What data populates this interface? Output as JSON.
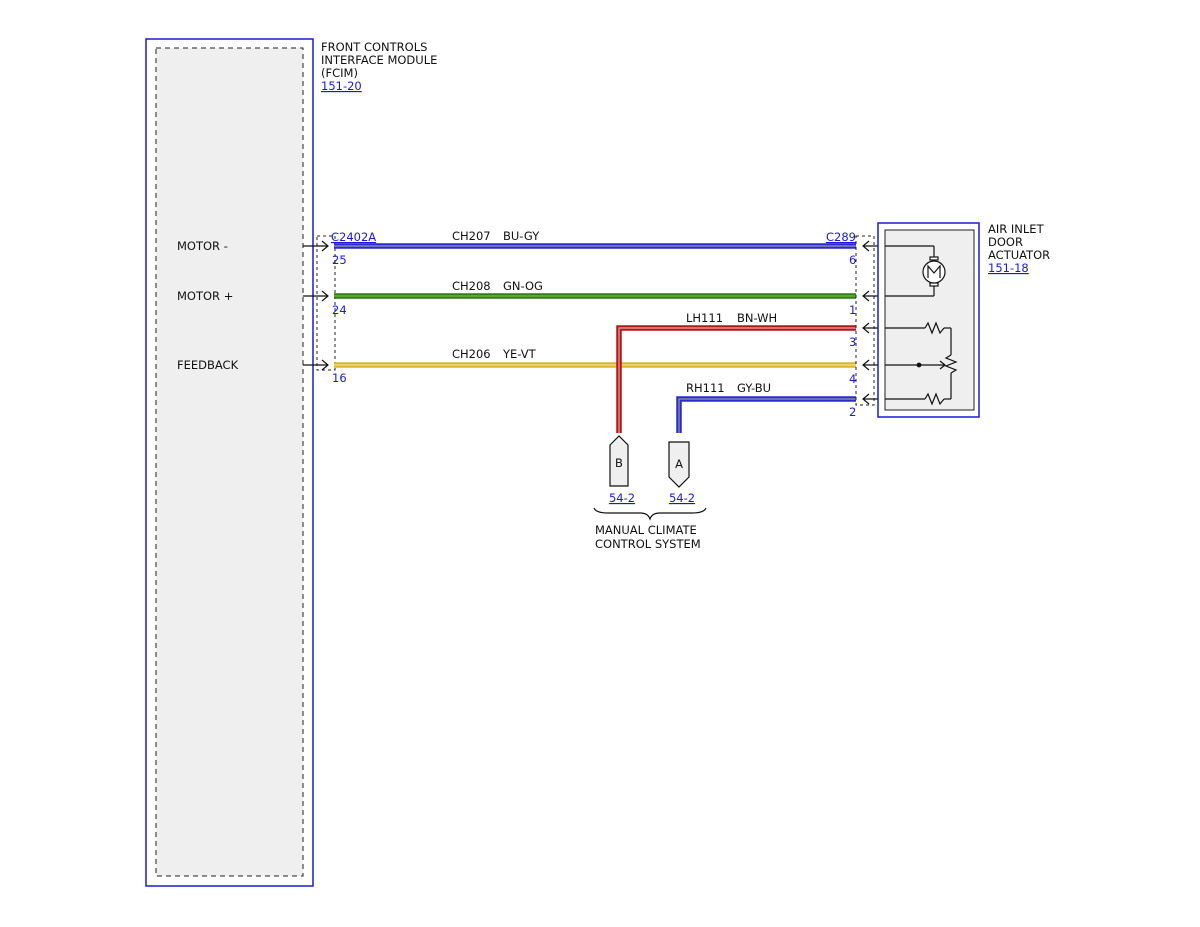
{
  "colors": {
    "link_blue": "#1a1ad6",
    "module_fill": "#efefef",
    "wire_blue": "#2a2ad0",
    "wire_green": "#2e7d1a",
    "wire_red": "#b01818",
    "wire_yellow": "#e6c83c",
    "wire_gray": "#7a7a7a"
  },
  "fcim": {
    "title_lines": [
      "FRONT CONTROLS",
      "INTERFACE MODULE",
      "(FCIM)"
    ],
    "ref": "151-20",
    "connector": "C2402A",
    "signals": [
      {
        "label": "MOTOR -",
        "pin": "25"
      },
      {
        "label": "MOTOR +",
        "pin": "24"
      },
      {
        "label": "FEEDBACK",
        "pin": "16"
      }
    ]
  },
  "actuator": {
    "title_lines": [
      "AIR INLET",
      "DOOR",
      "ACTUATOR"
    ],
    "ref": "151-18",
    "connector": "C289",
    "pins": [
      "6",
      "1",
      "3",
      "4",
      "2"
    ],
    "motor_icon": "motor-icon",
    "resistor_icon": "potentiometer-icon"
  },
  "wires": [
    {
      "circuit": "CH207",
      "color_code": "BU-GY",
      "colors": [
        "wire_blue",
        "wire_gray"
      ]
    },
    {
      "circuit": "CH208",
      "color_code": "GN-OG",
      "colors": [
        "wire_green",
        "wire_green"
      ]
    },
    {
      "circuit": "LH111",
      "color_code": "BN-WH",
      "colors": [
        "wire_red",
        "wire_red"
      ]
    },
    {
      "circuit": "CH206",
      "color_code": "YE-VT",
      "colors": [
        "wire_yellow",
        "wire_yellow"
      ]
    },
    {
      "circuit": "RH111",
      "color_code": "GY-BU",
      "colors": [
        "wire_blue",
        "wire_gray"
      ]
    }
  ],
  "offpage": [
    {
      "letter": "B",
      "ref": "54-2"
    },
    {
      "letter": "A",
      "ref": "54-2"
    }
  ],
  "system": {
    "lines": [
      "MANUAL CLIMATE",
      "CONTROL SYSTEM"
    ]
  }
}
